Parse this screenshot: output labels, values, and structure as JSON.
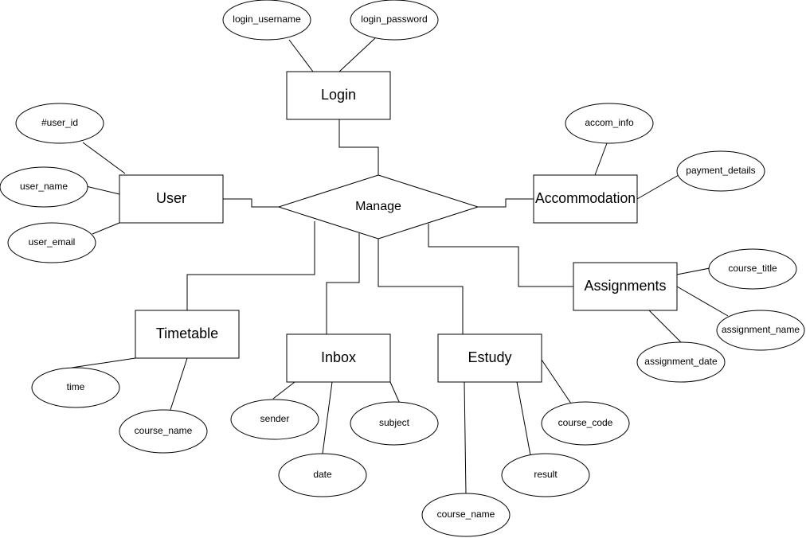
{
  "diagram": {
    "relationship": {
      "label": "Manage"
    },
    "entities": {
      "login": "Login",
      "user": "User",
      "accommodation": "Accommodation",
      "assignments": "Assignments",
      "timetable": "Timetable",
      "inbox": "Inbox",
      "estudy": "Estudy"
    },
    "attributes": {
      "login_username": "login_username",
      "login_password": "login_password",
      "user_id": "#user_id",
      "user_name": "user_name",
      "user_email": "user_email",
      "accom_info": "accom_info",
      "payment_details": "payment_details",
      "course_title": "course_title",
      "assignment_name": "assignment_name",
      "assignment_date": "assignment_date",
      "time": "time",
      "timetable_course_name": "course_name",
      "sender": "sender",
      "date": "date",
      "subject": "subject",
      "estudy_course_name": "course_name",
      "result": "result",
      "course_code": "course_code"
    }
  }
}
